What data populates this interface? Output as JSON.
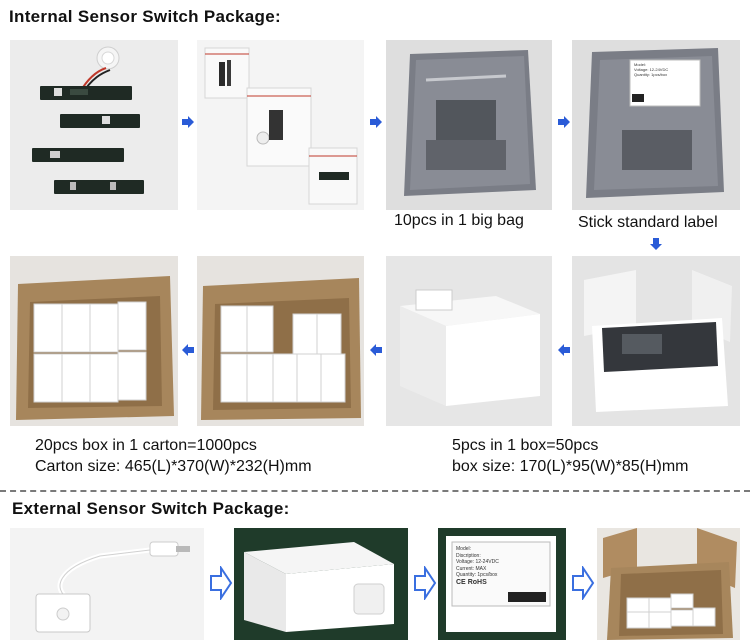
{
  "internal": {
    "title": "Internal Sensor Switch Package:",
    "caption_bag": "10pcs in 1 big bag",
    "caption_label": "Stick standard label",
    "caption_carton_1": "20pcs box in 1 carton=1000pcs",
    "caption_carton_2": "Carton size: 465(L)*370(W)*232(H)mm",
    "caption_box_1": "5pcs in 1 box=50pcs",
    "caption_box_2": "box size: 170(L)*95(W)*85(H)mm"
  },
  "external": {
    "title": "External Sensor Switch Package:"
  },
  "product_label": {
    "model": "Model:",
    "description": "Discription:",
    "voltage": "Voltage: 12-24VDC",
    "current": "Current:   MAX",
    "quantity": "Quantity: 1pcs/box",
    "ce": "CE",
    "rohs": "RoHS"
  },
  "colors": {
    "arrow_blue": "#2a5bd7",
    "outline_arrow_blue": "#3a6fe0",
    "carton": "#a7865c",
    "pcb": "#1f2a24"
  }
}
